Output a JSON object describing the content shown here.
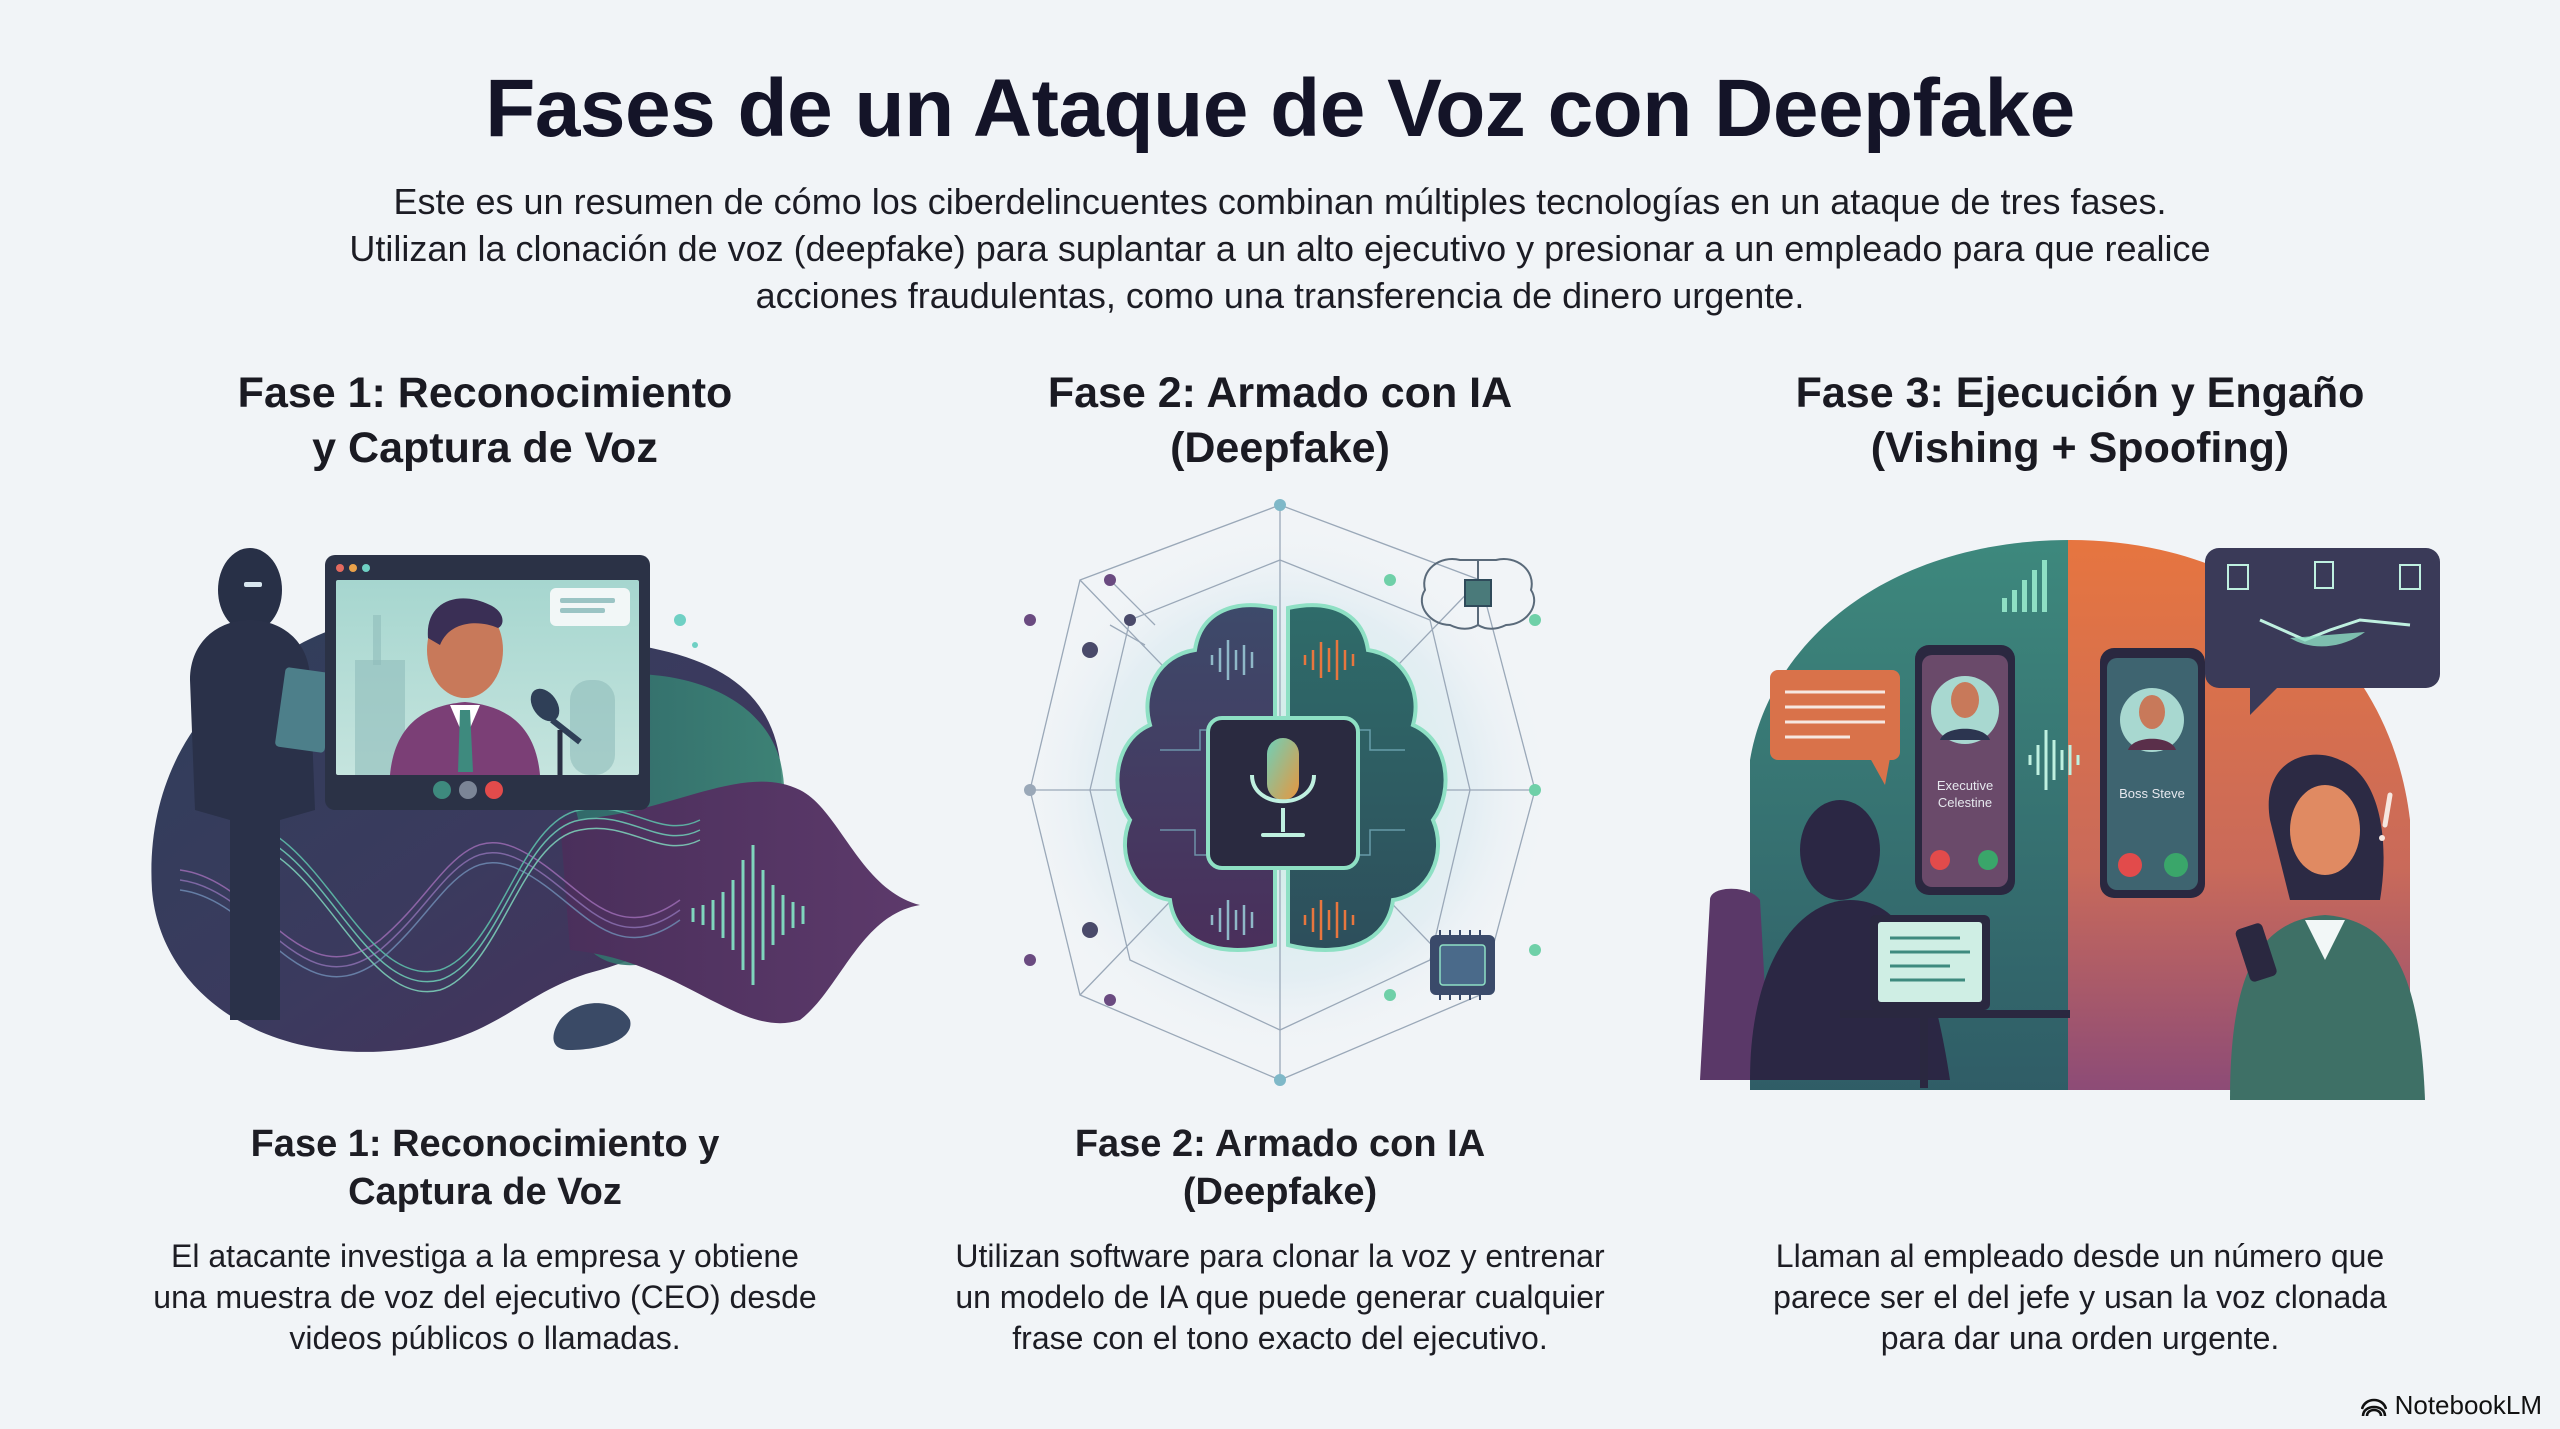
{
  "header": {
    "title": "Fases de un Ataque de Voz con Deepfake",
    "intro_lines": [
      "Este es un resumen de cómo los ciberdelincuentes combinan múltiples tecnologías en un ataque de tres fases.",
      "Utilizan la clonación de voz (deepfake) para suplantar a un alto ejecutivo y presionar a un empleado para que realice",
      "acciones fraudulentas, como una transferencia de dinero urgente."
    ]
  },
  "phases": [
    {
      "heading_lines": [
        "Fase 1: Reconocimiento",
        "y Captura de Voz"
      ],
      "illustration": "video-call-voice-capture",
      "detail_title_lines": [
        "Fase 1: Reconocimiento y",
        "Captura de Voz"
      ],
      "description_lines": [
        "El atacante investiga a la empresa y obtiene",
        "una muestra de voz del ejecutivo (CEO) desde",
        "videos públicos o llamadas."
      ]
    },
    {
      "heading_lines": [
        "Fase 2: Armado con IA",
        "(Deepfake)"
      ],
      "illustration": "ai-brain-microphone-network",
      "detail_title_lines": [
        "Fase 2: Armado con IA",
        "(Deepfake)"
      ],
      "description_lines": [
        "Utilizan software para clonar la voz y entrenar",
        "un modelo de IA que puede generar cualquier",
        "frase con el tono exacto del ejecutivo."
      ]
    },
    {
      "heading_lines": [
        "Fase 3: Ejecución y Engaño",
        "(Vishing + Spoofing)"
      ],
      "illustration": "spoofed-call-victim",
      "phone_labels": [
        "Executive",
        "Celestine",
        "Boss Steve"
      ],
      "description_lines": [
        "Llaman al empleado desde un número que",
        "parece ser el del jefe y usan la voz clonada",
        "para dar una orden urgente."
      ]
    }
  ],
  "footer": {
    "brand": "NotebookLM",
    "brand_icon": "notebooklm-logo-icon"
  },
  "colors": {
    "background": "#f1f4f7",
    "purple": "#5a3868",
    "teal": "#3e8a7e",
    "navy": "#2c3550",
    "orange": "#e8763e",
    "mint": "#8ee0c4"
  }
}
